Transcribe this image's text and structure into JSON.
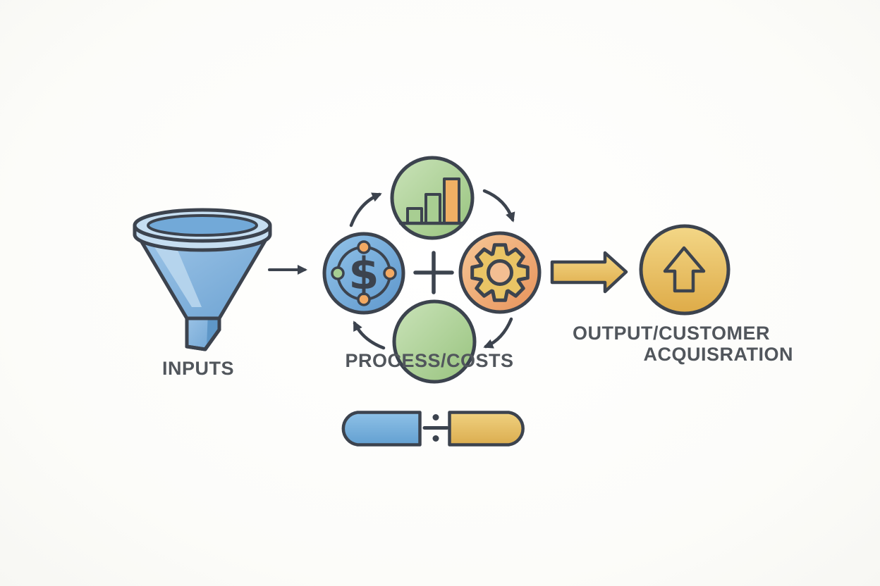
{
  "diagram": {
    "type": "process-flow-illustration",
    "labels": {
      "inputs": "INPUTS",
      "process": "PROCESS/COSTS",
      "output_line1": "OUTPUT/CUSTOMER",
      "output_line2": "ACQUISRATION"
    },
    "symbols": {
      "dollar": "$",
      "plus": "+",
      "divide": "÷"
    },
    "icons": {
      "inputs": "funnel-icon",
      "process_cycle": [
        "dollar-orbit-icon",
        "bar-chart-icon",
        "gear-icon",
        "circle-icon"
      ],
      "flow": [
        "right-arrow-icon",
        "big-right-arrow-icon",
        "cycle-arrows-icon"
      ],
      "output": "up-arrow-circle-icon",
      "ratio": [
        "blue-pill-icon",
        "divide-icon",
        "gold-pill-icon"
      ]
    },
    "colors": {
      "outline": "#3C434E",
      "text": "#51565C",
      "blue": "#6FA8D6",
      "blue_light": "#C6DEF1",
      "green": "#A9CE92",
      "orange": "#EFA468",
      "gold": "#E7C25E",
      "background": "#FCFCF9"
    }
  }
}
